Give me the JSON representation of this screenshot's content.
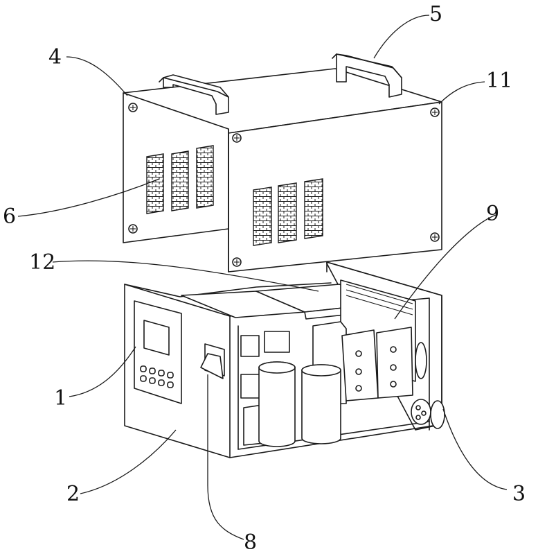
{
  "labels": {
    "l1": "1",
    "l2": "2",
    "l3": "3",
    "l4": "4",
    "l5": "5",
    "l6": "6",
    "l8": "8",
    "l9": "9",
    "l11": "11",
    "l12": "12"
  }
}
